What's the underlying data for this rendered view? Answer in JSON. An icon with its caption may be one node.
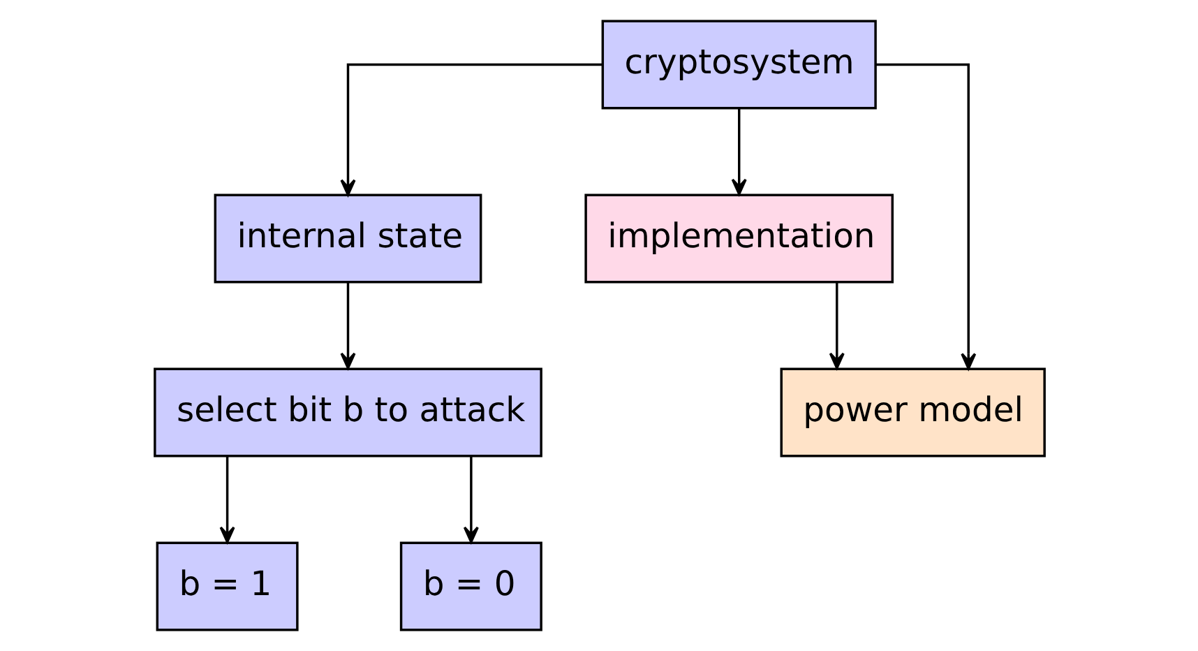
{
  "diagram": {
    "nodes": [
      {
        "text": [
          "cryptosystem"
        ]
      },
      {
        "text": [
          "internal state"
        ]
      },
      {
        "text": [
          "select bit b to attack"
        ]
      },
      {
        "text": [
          "implementation"
        ]
      },
      {
        "text": [
          "power model"
        ]
      },
      {
        "text": [
          "b = 1"
        ]
      },
      {
        "text": [
          "b = 0"
        ]
      }
    ],
    "edges": [
      {
        "from": 0,
        "to": 1,
        "arrow": "to"
      },
      {
        "from": 1,
        "to": 2,
        "arrow": "to"
      },
      {
        "from": 0,
        "to": 4,
        "arrow": "to"
      },
      {
        "from": 0,
        "to": 3,
        "arrow": "to"
      },
      {
        "from": 3,
        "to": 4,
        "arrow": "to"
      },
      {
        "from": 2,
        "to": 5,
        "arrow": "to"
      },
      {
        "from": 2,
        "to": 6,
        "arrow": "to"
      }
    ]
  }
}
